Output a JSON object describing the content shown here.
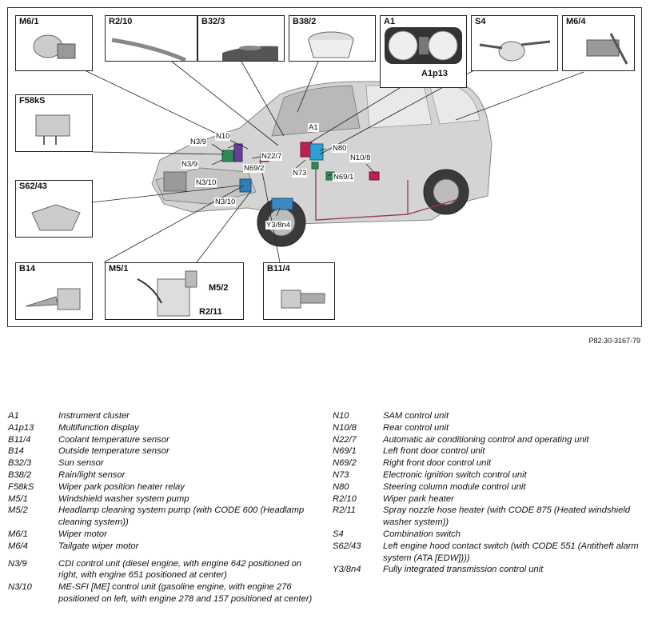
{
  "figure": {
    "reference": "P82.30-3167-79",
    "boxes": [
      {
        "id": "M6/1",
        "label": "M6/1"
      },
      {
        "id": "R2/10",
        "label": "R2/10"
      },
      {
        "id": "B32/3",
        "label": "B32/3"
      },
      {
        "id": "B38/2",
        "label": "B38/2"
      },
      {
        "id": "A1",
        "label": "A1",
        "inner_label": "A1p13"
      },
      {
        "id": "S4",
        "label": "S4"
      },
      {
        "id": "M6/4",
        "label": "M6/4"
      },
      {
        "id": "F58kS",
        "label": "F58kS"
      },
      {
        "id": "S62/43",
        "label": "S62/43"
      },
      {
        "id": "B14",
        "label": "B14"
      },
      {
        "id": "M5",
        "label": "M5/1",
        "inner_labels": [
          "M5/2",
          "R2/11"
        ]
      },
      {
        "id": "B11/4",
        "label": "B11/4"
      }
    ],
    "callouts": [
      "N3/9",
      "N3/9",
      "N3/10",
      "N3/10",
      "N10",
      "N22/7",
      "N69/2",
      "A1",
      "N73",
      "N80",
      "N10/8",
      "N69/1",
      "Y3/8n4"
    ]
  },
  "legend": {
    "left": [
      {
        "code": "A1",
        "desc": "Instrument cluster"
      },
      {
        "code": "A1p13",
        "desc": "Multifunction display"
      },
      {
        "code": "B11/4",
        "desc": "Coolant temperature sensor"
      },
      {
        "code": "B14",
        "desc": "Outside temperature sensor"
      },
      {
        "code": "B32/3",
        "desc": "Sun sensor"
      },
      {
        "code": "B38/2",
        "desc": "Rain/light sensor"
      },
      {
        "code": "F58kS",
        "desc": "Wiper park position heater relay"
      },
      {
        "code": "M5/1",
        "desc": "Windshield washer system pump"
      },
      {
        "code": "M5/2",
        "desc": "Headlamp cleaning system pump (with CODE 600 (Headlamp cleaning system))"
      },
      {
        "code": "M6/1",
        "desc": "Wiper motor"
      },
      {
        "code": "M6/4",
        "desc": "Tailgate wiper motor",
        "gap_after": true
      },
      {
        "code": "N3/9",
        "desc": "CDI control unit (diesel engine, with engine 642 positioned on right, with engine 651 positioned at center)"
      },
      {
        "code": "N3/10",
        "desc": "ME-SFI [ME] control unit (gasoline engine, with engine 276 positioned on left, with engine 278 and 157 positioned at center)"
      }
    ],
    "right": [
      {
        "code": "N10",
        "desc": "SAM control unit"
      },
      {
        "code": "N10/8",
        "desc": "Rear control unit"
      },
      {
        "code": "N22/7",
        "desc": "Automatic air conditioning control and operating unit"
      },
      {
        "code": "N69/1",
        "desc": "Left front door control unit"
      },
      {
        "code": "N69/2",
        "desc": "Right front door control unit"
      },
      {
        "code": "N73",
        "desc": "Electronic ignition switch control unit"
      },
      {
        "code": "N80",
        "desc": "Steering column module control unit"
      },
      {
        "code": "R2/10",
        "desc": "Wiper park heater"
      },
      {
        "code": "R2/11",
        "desc": "Spray nozzle hose heater (with CODE 875 (Heated windshield washer system))"
      },
      {
        "code": "S4",
        "desc": "Combination switch"
      },
      {
        "code": "S62/43",
        "desc": "Left engine hood contact switch (with CODE 551 (Antitheft alarm system (ATA [EDW])))"
      },
      {
        "code": "Y3/8n4",
        "desc": "Fully integrated transmission control unit"
      }
    ]
  }
}
